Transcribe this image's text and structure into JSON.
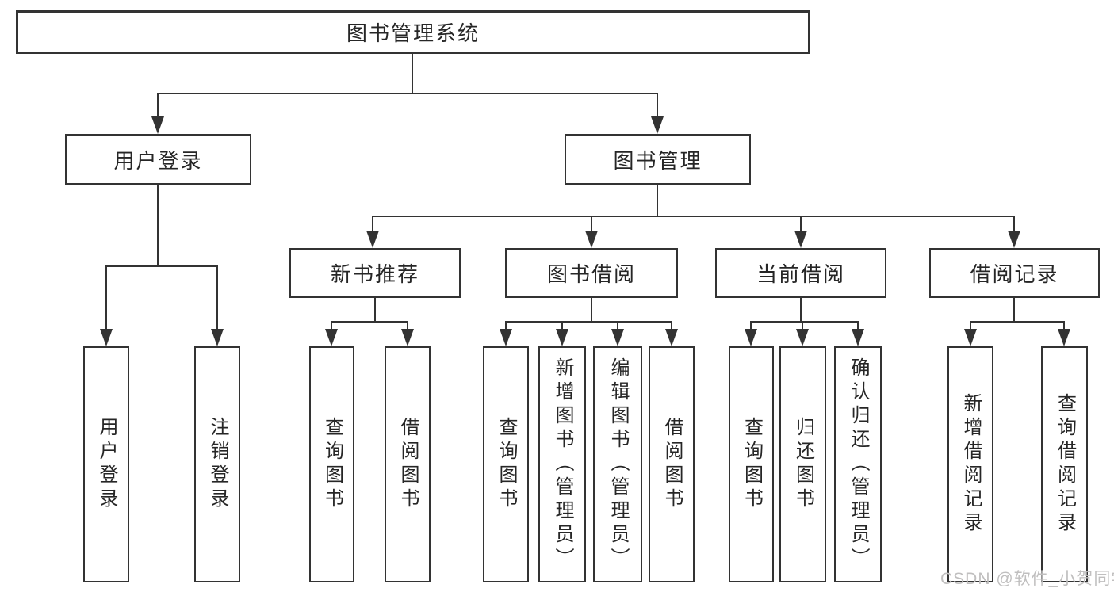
{
  "diagram": {
    "title": "图书管理系统",
    "level2": {
      "user_login": "用户登录",
      "book_mgmt": "图书管理"
    },
    "level3": {
      "new_book": "新书推荐",
      "book_borrow": "图书借阅",
      "current_borrow": "当前借阅",
      "borrow_record": "借阅记录"
    },
    "leaves": {
      "user_login": [
        "用户登录",
        "注销登录"
      ],
      "new_book": [
        "查询图书",
        "借阅图书"
      ],
      "book_borrow": [
        "查询图书",
        "新增图书（管理员）",
        "编辑图书（管理员）",
        "借阅图书"
      ],
      "current_borrow": [
        "查询图书",
        "归还图书",
        "确认归还（管理员）"
      ],
      "borrow_record": [
        "新增借阅记录",
        "查询借阅记录"
      ]
    }
  },
  "watermark": "CSDN @软件_小贺同学",
  "colors": {
    "line": "#333333",
    "text": "#262626",
    "watermark": "#c0bfbf",
    "background": "#ffffff"
  }
}
